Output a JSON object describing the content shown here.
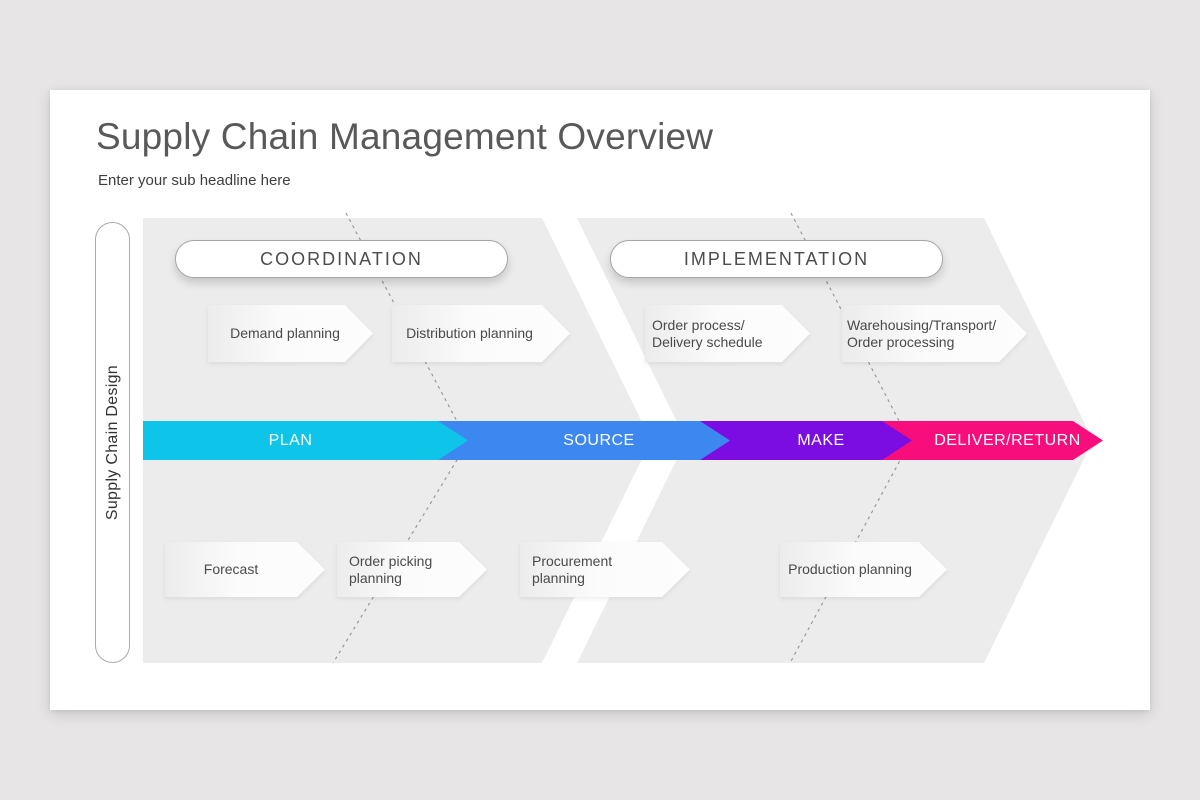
{
  "page": {
    "title": "Supply Chain Management Overview",
    "subtitle": "Enter your sub headline here"
  },
  "side_label": "Supply Chain Design",
  "phases": {
    "coordination": "COORDINATION",
    "implementation": "IMPLEMENTATION"
  },
  "bar": {
    "segments": [
      {
        "label": "PLAN",
        "color": "#0fc4e9"
      },
      {
        "label": "SOURCE",
        "color": "#3d87f0"
      },
      {
        "label": "MAKE",
        "color": "#7b0de2"
      },
      {
        "label": "DELIVER/RETURN",
        "color": "#f70d7c"
      }
    ]
  },
  "top_arrows": [
    {
      "label": "Demand planning"
    },
    {
      "label": "Distribution planning"
    },
    {
      "label": "Order process/\nDelivery schedule"
    },
    {
      "label": "Warehousing/Transport/\nOrder processing"
    }
  ],
  "bottom_arrows": [
    {
      "label": "Forecast"
    },
    {
      "label": "Order picking\nplanning"
    },
    {
      "label": "Procurement\nplanning"
    },
    {
      "label": "Production planning"
    }
  ],
  "colors": {
    "background_band": "#ececec",
    "gap": "#ffffff",
    "dotted_line": "#999999"
  }
}
